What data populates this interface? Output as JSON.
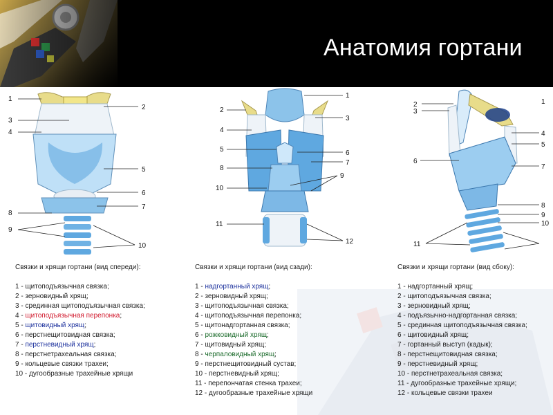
{
  "title": "Анатомия гортани",
  "colors": {
    "header_bg": "#000000",
    "title": "#ffffff",
    "cartilage_blue": "#5fa8e0",
    "cartilage_light": "#bfe0f7",
    "ligament_yellow": "#e8dc8a",
    "highlight_blue": "#1a2f9c",
    "highlight_red": "#d0162a",
    "highlight_green": "#1a6a2a"
  },
  "figures": {
    "front": {
      "labels": [
        "1",
        "2",
        "3",
        "4",
        "5",
        "6",
        "7",
        "8",
        "9",
        "10"
      ]
    },
    "back": {
      "labels": [
        "1",
        "2",
        "3",
        "4",
        "5",
        "6",
        "7",
        "8",
        "9",
        "10",
        "11",
        "12"
      ]
    },
    "side": {
      "labels": [
        "1",
        "2",
        "3",
        "4",
        "5",
        "6",
        "7",
        "8",
        "9",
        "10",
        "11"
      ]
    }
  },
  "captions": {
    "front": {
      "title": "Связки и хрящи гортани (вид спереди):",
      "items": [
        {
          "num": "1 - ",
          "text": "щитоподъязычная связка;",
          "color": ""
        },
        {
          "num": "2 - ",
          "text": "зерновидный хрящ;",
          "color": ""
        },
        {
          "num": "3 - ",
          "text": "срединная щитоподъязычная связка;",
          "color": ""
        },
        {
          "num": "4 - ",
          "text": "щитоподъязычная перепонка",
          "color": "#d0162a",
          "tail": ";"
        },
        {
          "num": "5 - ",
          "text": "щитовидный хрящ",
          "color": "#1a2f9c",
          "tail": ";"
        },
        {
          "num": "6 - ",
          "text": "перстнещитовидная связка;",
          "color": ""
        },
        {
          "num": "7 - ",
          "text": "перстневидный хрящ",
          "color": "#1a2f9c",
          "tail": ";"
        },
        {
          "num": "8 - ",
          "text": "перстнетрахеальная связка;",
          "color": ""
        },
        {
          "num": "9 - ",
          "text": "кольцевые связки трахеи;",
          "color": ""
        },
        {
          "num": "10 - ",
          "text": "дугообразные трахейные хрящи",
          "color": ""
        }
      ]
    },
    "back": {
      "title": "Связки и хрящи гортани (вид сзади):",
      "items": [
        {
          "num": "1 - ",
          "text": "надгортанный хрящ",
          "color": "#1a2f9c",
          "tail": ";"
        },
        {
          "num": "2 - ",
          "text": "зерновидный хрящ;",
          "color": ""
        },
        {
          "num": "3 - ",
          "text": "щитоподъязычная связка;",
          "color": ""
        },
        {
          "num": "4 - ",
          "text": "щитоподъязычная перепонка;",
          "color": ""
        },
        {
          "num": "5 - ",
          "text": "щитонадгортанная связка;",
          "color": ""
        },
        {
          "num": "6 - ",
          "text": "рожковидный хрящ",
          "color": "#1a6a2a",
          "tail": ";"
        },
        {
          "num": "7 - ",
          "text": "щитовидный хрящ;",
          "color": ""
        },
        {
          "num": "8 - ",
          "text": "черпаловидный хрящ",
          "color": "#1a6a2a",
          "tail": ";"
        },
        {
          "num": "9 - ",
          "text": "перстнещитовидный сустав;",
          "color": ""
        },
        {
          "num": "10 - ",
          "text": "перстневидный хрящ;",
          "color": ""
        },
        {
          "num": "11 - ",
          "text": "перепончатая стенка трахеи;",
          "color": ""
        },
        {
          "num": "12 - ",
          "text": "дугообразные трахейные хрящи",
          "color": ""
        }
      ]
    },
    "side": {
      "title": "Связки и хрящи гортани (вид сбоку):",
      "items": [
        {
          "num": "1 - ",
          "text": "надгортанный хрящ;",
          "color": ""
        },
        {
          "num": "2 - ",
          "text": "щитоподъязычная связка;",
          "color": ""
        },
        {
          "num": "3 - ",
          "text": "зерновидный хрящ;",
          "color": ""
        },
        {
          "num": "4 - ",
          "text": "подъязычно-надгортанная связка;",
          "color": ""
        },
        {
          "num": "5 - ",
          "text": "срединная щитоподъязычная связка;",
          "color": "",
          "wrap": true
        },
        {
          "num": "6 - ",
          "text": "щитовидный хрящ;",
          "color": ""
        },
        {
          "num": "7 - ",
          "text": "гортанный выступ (кадык);",
          "color": ""
        },
        {
          "num": "8 - ",
          "text": "перстнещитовидная связка;",
          "color": ""
        },
        {
          "num": "9 - ",
          "text": "перстневидный хрящ;",
          "color": ""
        },
        {
          "num": "10 - ",
          "text": "перстнетрахеальная связка;",
          "color": ""
        },
        {
          "num": "11 - ",
          "text": "дугообразные трахейные хрящи;",
          "color": ""
        },
        {
          "num": "12 - ",
          "text": "кольцевые связки трахеи",
          "color": ""
        }
      ]
    }
  }
}
